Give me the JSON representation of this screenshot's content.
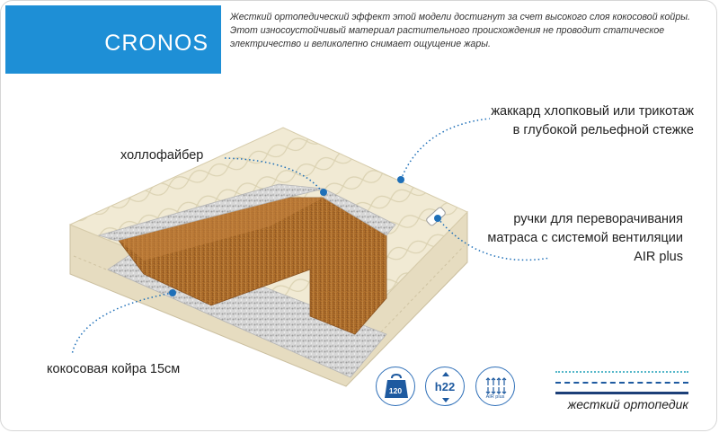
{
  "product": {
    "name": "CRONOS",
    "description": "Жесткий ортопедический эффект этой модели достигнут за счет высокого слоя кокосовой койры. Этот износоустойчивый материал растительного происхождения не проводит статическое электричество и великолепно снимает ощущение жары."
  },
  "layers": {
    "hollofiber": "холлофайбер",
    "jacquard_line1": "жаккард хлопковый или трикотаж",
    "jacquard_line2": "в глубокой рельефной стежке",
    "handles_line1": "ручки для переворачивания",
    "handles_line2": "матраса с системой вентиляции",
    "handles_line3": "AIR plus",
    "coir": "кокосовая койра 15см"
  },
  "badges": {
    "weight": "120",
    "height": "h22",
    "air": "AIR plus"
  },
  "firmness": "жесткий ортопедик",
  "colors": {
    "brand_blue": "#1e8fd6",
    "coir": "#b9772f",
    "cover": "#f1ead4",
    "dots": "#1e6fb8"
  }
}
